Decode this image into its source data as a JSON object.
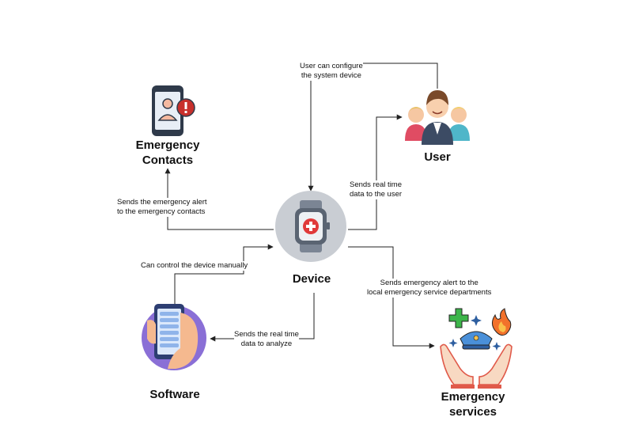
{
  "nodes": {
    "device": {
      "label": "Device"
    },
    "user": {
      "label": "User"
    },
    "emergency_contacts": {
      "line1": "Emergency",
      "line2": "Contacts"
    },
    "software": {
      "label": "Software"
    },
    "emergency_services": {
      "line1": "Emergency",
      "line2": "services"
    }
  },
  "edges": {
    "configure": {
      "line1": "User can configure",
      "line2": "the system device"
    },
    "to_user": {
      "line1": "Sends real time",
      "line2": "data to the user"
    },
    "to_contacts": {
      "line1": "Sends the emergency alert",
      "line2": "to the emergency contacts"
    },
    "manual_control": {
      "line1": "Can control the device manually"
    },
    "to_software": {
      "line1": "Sends the real time",
      "line2": "data to analyze"
    },
    "to_services": {
      "line1": "Sends emergency alert to the",
      "line2": "local emergency service departments"
    }
  },
  "colors": {
    "line": "#222222",
    "device_bg": "#c9cdd3",
    "watch_body": "#5a6472",
    "medical_red": "#e03a3a",
    "software_purple": "#8a6fd6",
    "services_green": "#3cb54a",
    "services_blue": "#4a90d9",
    "fire_orange": "#f2712b"
  }
}
